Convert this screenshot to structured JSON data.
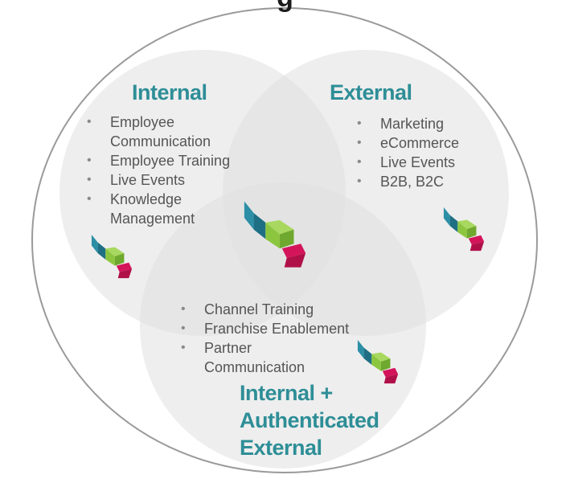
{
  "title_partial": "g",
  "colors": {
    "heading": "#2e8e97",
    "text": "#555555",
    "circle_fill": "#e6e6e6",
    "outer_border": "#9a9a9a",
    "logo_blue": "#2c8fa6",
    "logo_green": "#8cc63f",
    "logo_pink": "#d4145a"
  },
  "internal": {
    "heading": "Internal",
    "items": [
      {
        "line1": "Employee",
        "line2": "Communication"
      },
      {
        "line1": "Employee Training",
        "line2": ""
      },
      {
        "line1": "Live Events",
        "line2": ""
      },
      {
        "line1": "Knowledge",
        "line2": "Management"
      }
    ]
  },
  "external": {
    "heading": "External",
    "items": [
      {
        "line1": "Marketing",
        "line2": ""
      },
      {
        "line1": "eCommerce",
        "line2": ""
      },
      {
        "line1": "Live Events",
        "line2": ""
      },
      {
        "line1": "B2B, B2C",
        "line2": ""
      }
    ]
  },
  "internal_plus": {
    "heading_lines": [
      "Internal +",
      "Authenticated",
      "External"
    ],
    "items": [
      {
        "line1": "Channel Training",
        "line2": ""
      },
      {
        "line1": "Franchise Enablement",
        "line2": ""
      },
      {
        "line1": "Partner",
        "line2": "Communication"
      }
    ]
  },
  "icons": [
    "brand-logo-icon"
  ]
}
